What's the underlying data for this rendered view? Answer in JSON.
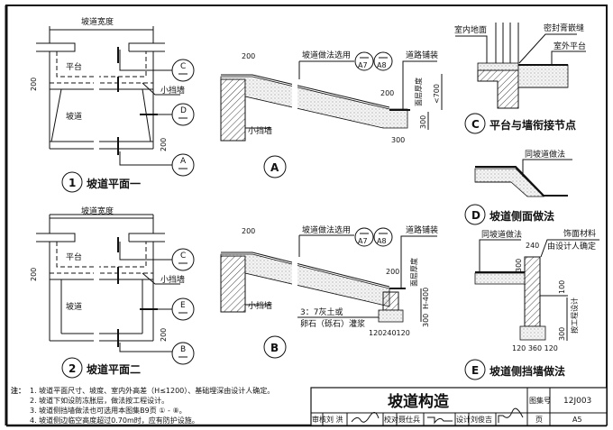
{
  "plan1": {
    "width_label": "坡道宽度",
    "platform": "平台",
    "ramp": "坡道",
    "small_wall": "小挡墙",
    "dim_200a": "200",
    "dim_200b": "200",
    "title_num": "1",
    "title": "坡道平面一",
    "refs": [
      "C",
      "D",
      "A"
    ]
  },
  "plan2": {
    "width_label": "坡道宽度",
    "platform": "平台",
    "ramp": "坡道",
    "small_wall": "小挡墙",
    "dim_200a": "200",
    "dim_200b": "200",
    "title_num": "2",
    "title": "坡道平面二",
    "refs": [
      "C",
      "E",
      "B"
    ]
  },
  "sectionA": {
    "dim_200": "200",
    "method": "坡道做法选用",
    "ref1": "A7",
    "ref2": "A8",
    "paving": "道路铺装",
    "surface_thickness": "面层厚度",
    "lt700": "<700",
    "dim_300v": "300",
    "dim_200r": "200",
    "dim_300": "300",
    "small_wall": "小挡墙",
    "label": "A"
  },
  "sectionB": {
    "dim_200": "200",
    "method": "坡道做法选用",
    "ref1": "A7",
    "ref2": "A8",
    "paving": "道路铺装",
    "surface_thickness": "面层厚度",
    "h400": "H-400",
    "dim_300v": "300",
    "dim_200r": "200",
    "fill1": "3：7灰土或",
    "fill2": "卵石（砾石）灌浆",
    "dims_bottom": "120240120",
    "small_wall": "小挡墙",
    "label": "B"
  },
  "detailC": {
    "indoor": "室内地面",
    "sealant": "密封膏嵌缝",
    "outdoor": "室外平台",
    "label": "C",
    "title": "平台与墙衔接节点"
  },
  "detailD": {
    "same": "同坡道做法",
    "label": "D",
    "title": "坡道侧面做法"
  },
  "detailE": {
    "same": "同坡道做法",
    "finish1": "饰面材料",
    "finish2": "由设计人确定",
    "dim_240": "240",
    "dim_300": "300",
    "dim_100": "100",
    "per_design": "按工程设计",
    "dim_300b": "300",
    "dims_bottom": "120 360 120",
    "label": "E",
    "title": "坡道侧挡墙做法"
  },
  "notes": {
    "head": "注：",
    "items": [
      "1. 坡道平面尺寸、坡度、室内外高差（H≤1200）、基础埋深由设计人确定。",
      "2. 坡道下如设防冻胀层，做法按工程设计。",
      "3. 坡道侧挡墙做法也可选用本图集B9页 ① - ⑧。",
      "4. 坡道侧边临空高度超过0.70m时，应有防护设施。"
    ]
  },
  "title_block": {
    "title": "坡道构造",
    "atlas_label": "图集号",
    "atlas_no": "12J003",
    "page_label": "页",
    "page_no": "A5",
    "review_label": "审核",
    "reviewer": "刘 洪",
    "check_label": "校对",
    "checker": "聂仕兵",
    "design_label": "设计",
    "designer": "刘俊吉"
  }
}
